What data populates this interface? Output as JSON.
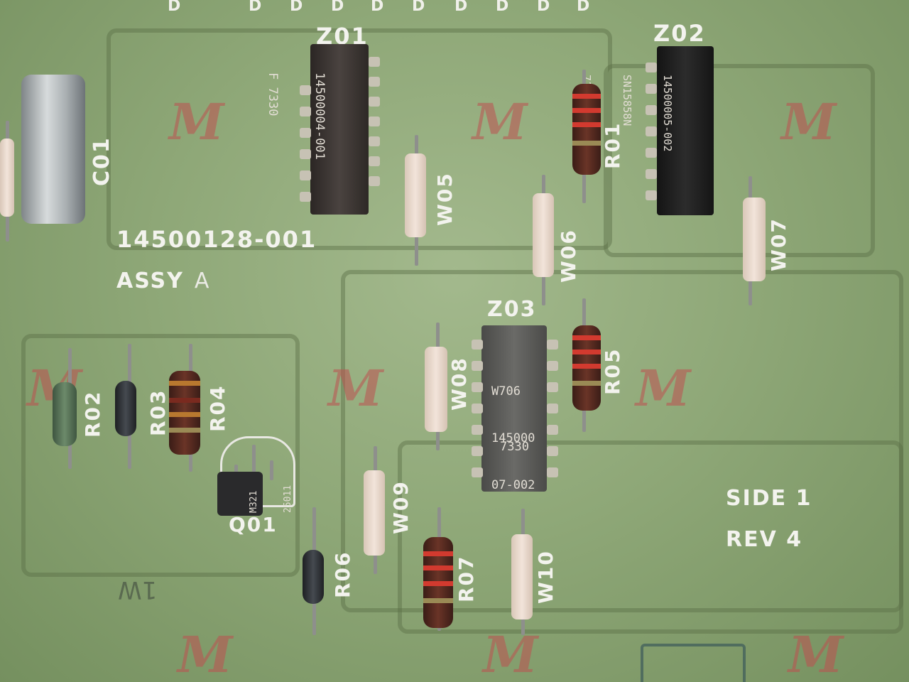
{
  "board": {
    "part_number": "14500128-001",
    "assembly": "ASSY",
    "assembly_rev_letter": "A",
    "side": "SIDE 1",
    "revision": "REV 4",
    "etched_text": "1W"
  },
  "top_edge_letters": [
    "D",
    "D",
    "D",
    "D",
    "D",
    "D",
    "D",
    "D",
    "D",
    "D"
  ],
  "components": {
    "capacitor": {
      "ref": "C01"
    },
    "ics": [
      {
        "ref": "Z01",
        "marking": [
          "14500004-001",
          "F 7330"
        ]
      },
      {
        "ref": "Z02",
        "marking": [
          "14500005-002",
          "SN15858N",
          "7139"
        ]
      },
      {
        "ref": "Z03",
        "marking": [
          "W706",
          "145000",
          "07-002",
          "7330"
        ]
      }
    ],
    "resistors": [
      "R01",
      "R02",
      "R03",
      "R04",
      "R05",
      "R06",
      "R07"
    ],
    "wires": [
      "W05",
      "W06",
      "W07",
      "W08",
      "W09",
      "W10"
    ],
    "transistor": {
      "ref": "Q01",
      "marking": [
        "M321",
        "25011"
      ]
    }
  },
  "colors": {
    "board": "#8fa878",
    "silkscreen": "#f3f3ee",
    "logo": "#c05050"
  }
}
